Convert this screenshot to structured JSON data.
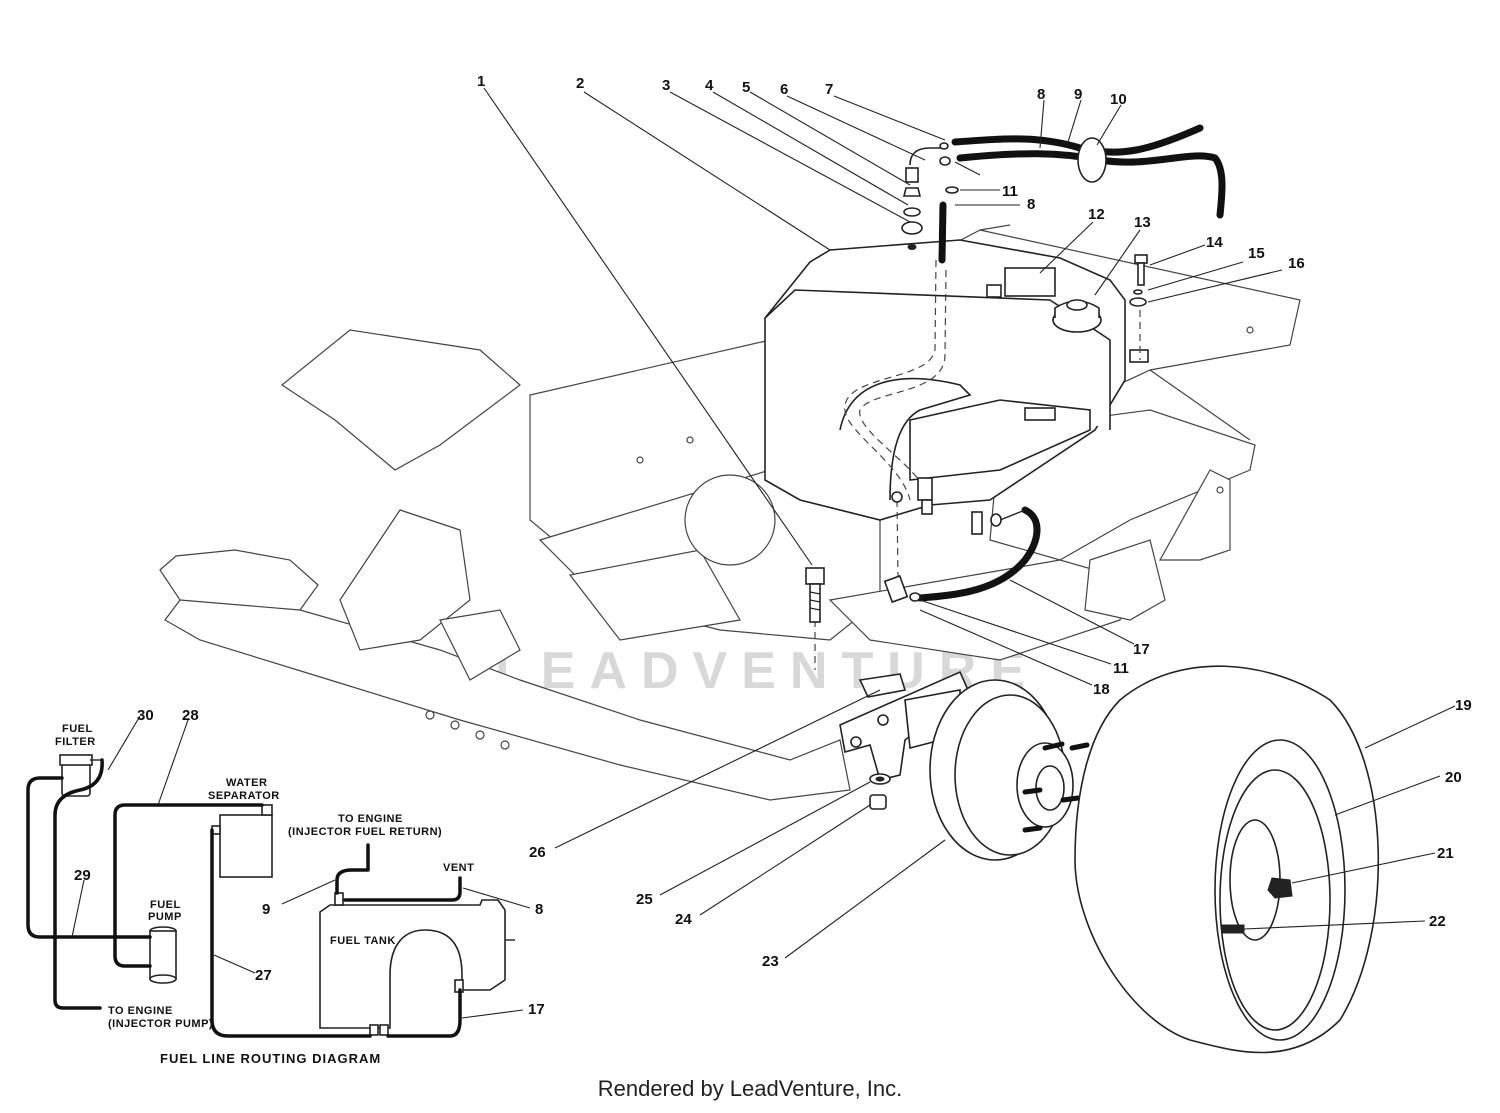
{
  "diagram": {
    "callouts": [
      "1",
      "2",
      "3",
      "4",
      "5",
      "6",
      "7",
      "8",
      "9",
      "10",
      "11",
      "8",
      "12",
      "13",
      "14",
      "15",
      "16",
      "17",
      "11",
      "18",
      "19",
      "20",
      "21",
      "22",
      "23",
      "24",
      "25",
      "26"
    ],
    "routing": {
      "title": "FUEL LINE ROUTING DIAGRAM",
      "fuel_filter": [
        "FUEL",
        "FILTER"
      ],
      "water_separator": [
        "WATER",
        "SEPARATOR"
      ],
      "fuel_pump": [
        "FUEL",
        "PUMP"
      ],
      "to_engine_return": [
        "TO ENGINE",
        "(INJECTOR FUEL RETURN)"
      ],
      "to_engine_pump": [
        "TO ENGINE",
        "(INJECTOR PUMP)"
      ],
      "vent": "VENT",
      "fuel_tank": "FUEL TANK",
      "callouts": [
        "30",
        "28",
        "29",
        "27",
        "9",
        "8",
        "17"
      ]
    },
    "watermark": "LEADVENTURE"
  },
  "footer": "Rendered by LeadVenture, Inc."
}
